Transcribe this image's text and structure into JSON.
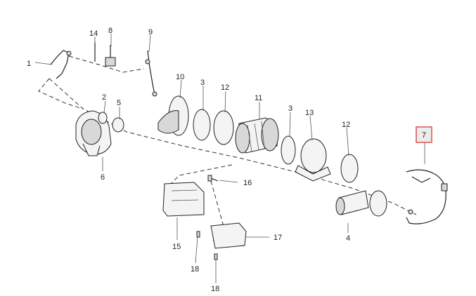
{
  "callouts": {
    "c1": "1",
    "c2": "2",
    "c3a": "3",
    "c3b": "3",
    "c4": "4",
    "c5": "5",
    "c6": "6",
    "c7": "7",
    "c8": "8",
    "c9": "9",
    "c10": "10",
    "c11": "11",
    "c12a": "12",
    "c12b": "12",
    "c13": "13",
    "c14": "14",
    "c15": "15",
    "c16": "16",
    "c17": "17",
    "c18a": "18",
    "c18b": "18"
  },
  "colors": {
    "highlight_fill": "#ececec",
    "highlight_stroke": "#d9534f"
  }
}
